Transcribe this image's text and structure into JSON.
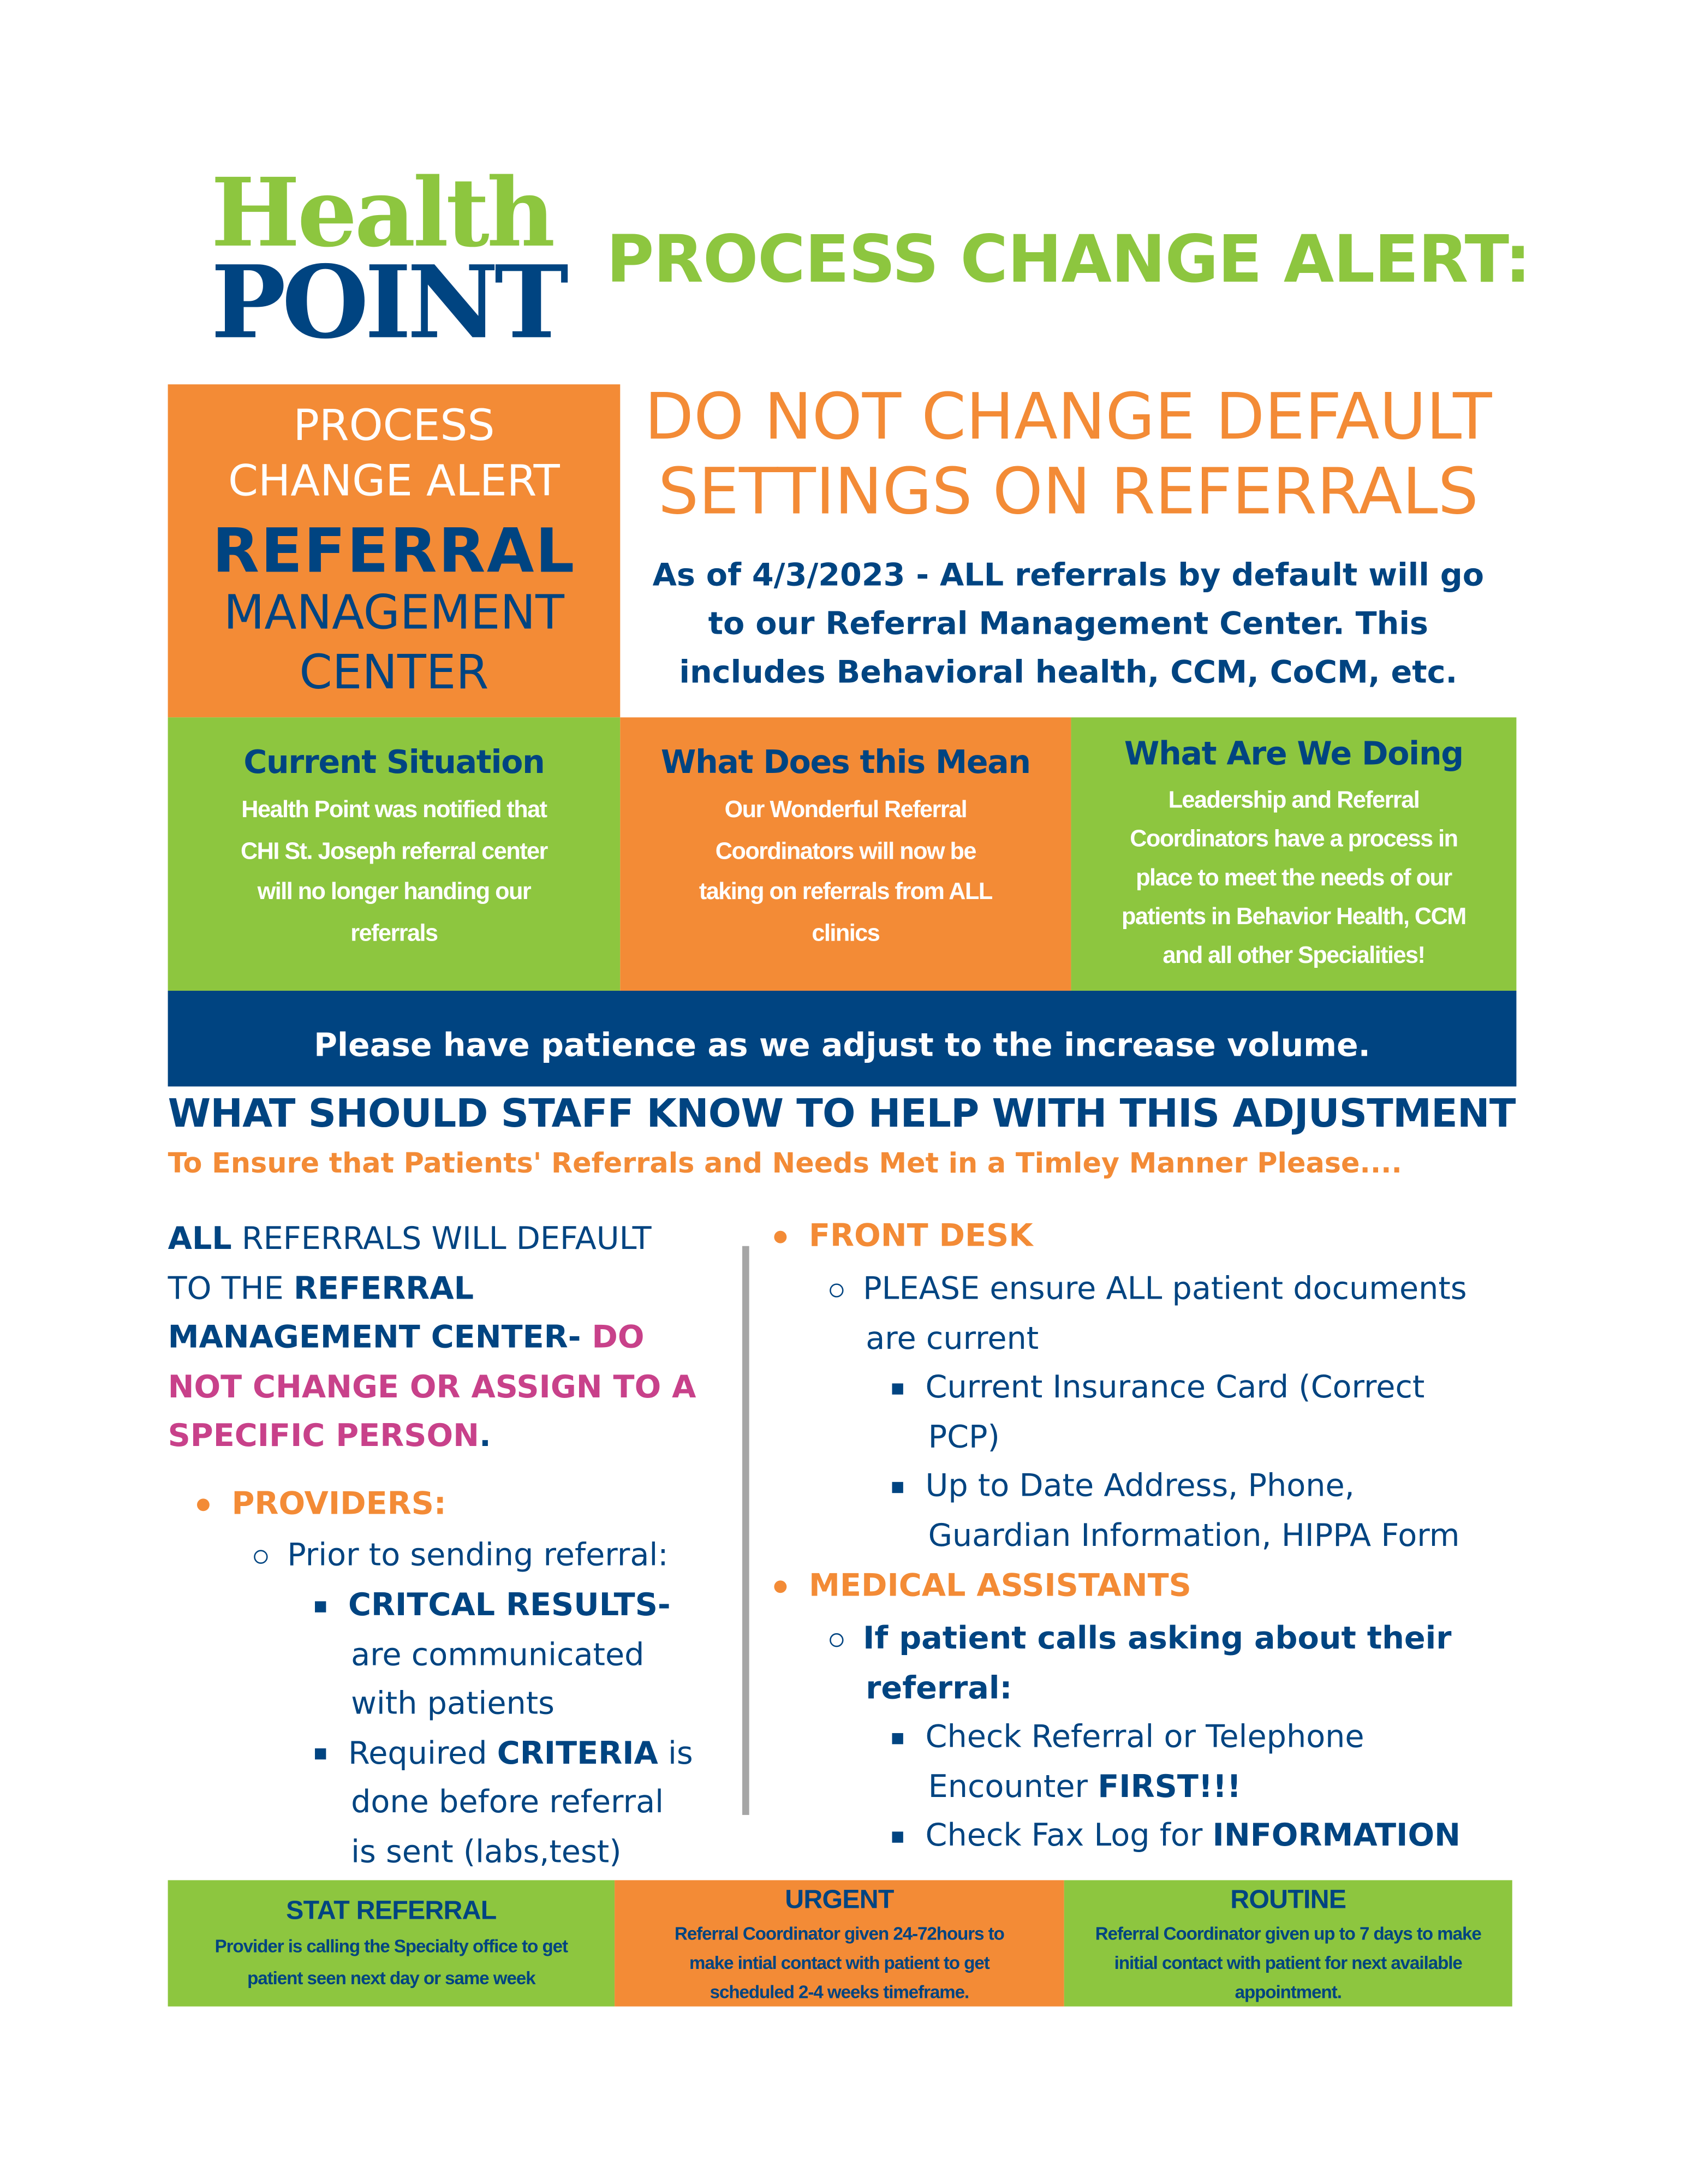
{
  "colors": {
    "green": "#8dc63f",
    "orange": "#f38b36",
    "navy": "#004481",
    "pink": "#c8418a"
  },
  "logo": {
    "line1": "Health",
    "line2": "POINT"
  },
  "title": "PROCESS CHANGE ALERT:",
  "alert_box": {
    "line1": "PROCESS",
    "line2": "CHANGE ALERT",
    "line3": "REFERRAL",
    "line4": "MANAGEMENT",
    "line5": "CENTER"
  },
  "headline": {
    "line1": "DO NOT CHANGE DEFAULT",
    "line2": "SETTINGS ON REFERRALS"
  },
  "intro": {
    "line1": "As of 4/3/2023 - ALL referrals by default will go",
    "line2": "to our Referral Management Center. This",
    "line3": "includes Behavioral health, CCM, CoCM, etc."
  },
  "columns": [
    {
      "title": "Current Situation",
      "lines": [
        "Health Point was notified that",
        "CHI St. Joseph referral center",
        "will no longer handing our",
        "referrals"
      ]
    },
    {
      "title": "What Does this Mean",
      "lines": [
        "Our Wonderful Referral",
        "Coordinators will now be",
        "taking on referrals from ALL",
        "clinics"
      ]
    },
    {
      "title": "What Are We Doing",
      "lines": [
        "Leadership and Referral",
        "Coordinators have a process in",
        "place to meet the needs of our",
        "patients in Behavior Health, CCM",
        "and all other Specialities!"
      ]
    }
  ],
  "banner": "Please have patience as we adjust to the increase volume.",
  "staff_heading": "WHAT SHOULD STAFF KNOW TO HELP WITH THIS ADJUSTMENT",
  "staff_subheading": "To Ensure that Patients' Referrals and Needs Met in a Timley Manner Please....",
  "left": {
    "intro": {
      "a": "ALL",
      "b": " REFERRALS WILL DEFAULT",
      "c": "TO  THE ",
      "d": "REFERRAL",
      "e": "MANAGEMENT CENTER- ",
      "f": "DO",
      "g": "NOT CHANGE OR ASSIGN TO A",
      "h": "SPECIFIC PERSON",
      "i": "."
    },
    "providers": "PROVIDERS:",
    "prior": "Prior to sending referral:",
    "crit_a": "CRITCAL RESULTS-",
    "crit_b": "are communicated",
    "crit_c": "with patients",
    "req_a": "Required ",
    "req_b": "CRITERIA",
    "req_c": " is",
    "req_d": "done before referral",
    "req_e": "is sent (labs,test)"
  },
  "right": {
    "front_desk": "FRONT DESK",
    "ensure_a": "PLEASE ensure ALL patient documents",
    "ensure_b": "are current",
    "ins_a": "Current Insurance Card (Correct",
    "ins_b": "PCP)",
    "addr_a": "Up to Date Address, Phone,",
    "addr_b": "Guardian Information, HIPPA Form",
    "ma": "MEDICAL ASSISTANTS",
    "calls_a": "If patient calls asking about their",
    "calls_b": "referral:",
    "check_a": "Check Referral  or Telephone",
    "check_b": "Encounter ",
    "check_c": "FIRST!!!",
    "fax_a": "Check Fax Log for ",
    "fax_b": "INFORMATION"
  },
  "priority": [
    {
      "title": "STAT REFERRAL",
      "lines": [
        "Provider is calling the Specialty office to get",
        "patient seen next day or same week"
      ]
    },
    {
      "title": "URGENT",
      "lines": [
        "Referral Coordinator given 24-72hours to",
        "make intial contact with patient to get",
        "scheduled 2-4 weeks timeframe."
      ]
    },
    {
      "title": "ROUTINE",
      "lines": [
        "Referral Coordinator given up to 7 days to make",
        "initial contact with patient for next available",
        "appointment."
      ]
    }
  ]
}
